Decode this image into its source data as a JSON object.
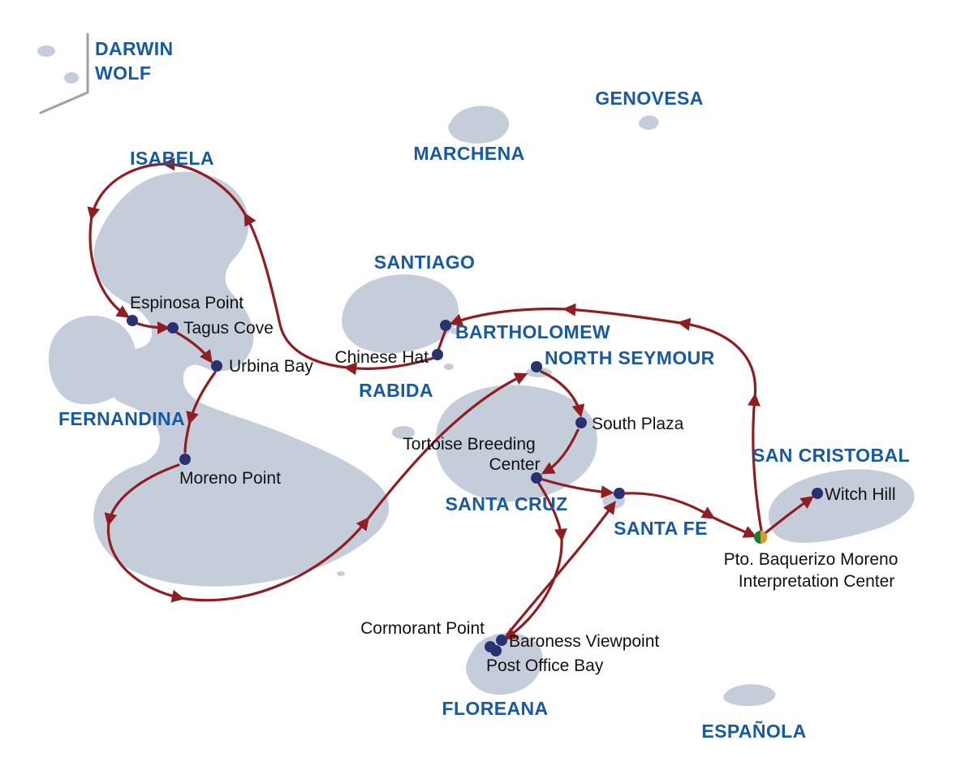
{
  "map": {
    "island_labels": {
      "darwin": "DARWIN",
      "wolf": "WOLF",
      "genovesa": "GENOVESA",
      "marchena": "MARCHENA",
      "isabela": "ISABELA",
      "santiago": "SANTIAGO",
      "bartholomew": "BARTHOLOMEW",
      "north_seymour": "NORTH SEYMOUR",
      "rabida": "RABIDA",
      "fernandina": "FERNANDINA",
      "santa_cruz": "SANTA CRUZ",
      "santa_fe": "SANTA FE",
      "san_cristobal": "SAN CRISTOBAL",
      "floreana": "FLOREANA",
      "espanola": "ESPAÑOLA"
    },
    "site_labels": {
      "espinosa_point": "Espinosa Point",
      "tagus_cove": "Tagus Cove",
      "urbina_bay": "Urbina Bay",
      "chinese_hat": "Chinese Hat",
      "moreno_point": "Moreno Point",
      "tortoise_line1": "Tortoise Breeding",
      "tortoise_line2": "Center",
      "south_plaza": "South Plaza",
      "witch_hill": "Witch Hill",
      "baquerizo_line1": "Pto. Baquerizo Moreno",
      "baquerizo_line2": "Interpretation Center",
      "cormorant_point": "Cormorant Point",
      "baroness_viewpoint": "Baroness Viewpoint",
      "post_office_bay": "Post Office Bay"
    },
    "colors": {
      "island_fill": "#c6cdda",
      "divider_line": "#9aa2ae",
      "island_label": "#175a9f",
      "site_label": "#121212",
      "route": "#8f1d21",
      "site_dot": "#283271",
      "start_dot_green": "#1d7a33",
      "start_dot_orange": "#e6941f"
    }
  }
}
